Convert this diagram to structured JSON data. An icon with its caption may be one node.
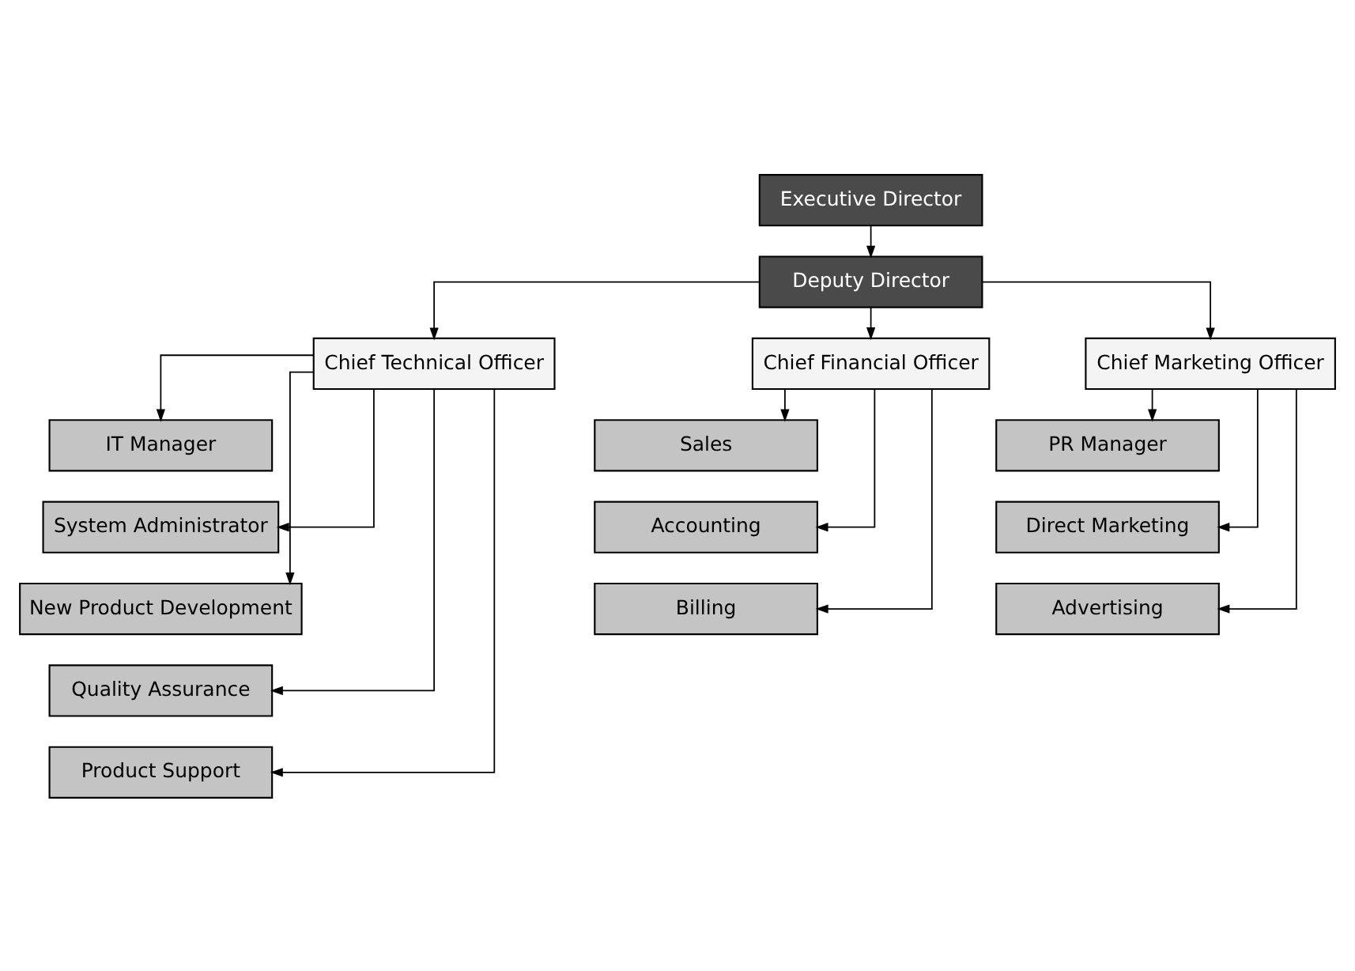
{
  "diagram": {
    "nodes": [
      {
        "text": [
          "Executive Director"
        ]
      },
      {
        "text": [
          "Deputy Director"
        ]
      },
      {
        "text": [
          "Chief Technical Officer"
        ]
      },
      {
        "text": [
          "Chief Financial Officer"
        ]
      },
      {
        "text": [
          "Chief Marketing Officer"
        ]
      },
      {
        "text": [
          "IT Manager"
        ]
      },
      {
        "text": [
          "System Administrator"
        ]
      },
      {
        "text": [
          "New Product Development"
        ]
      },
      {
        "text": [
          "Quality Assurance"
        ]
      },
      {
        "text": [
          "Product Support"
        ]
      },
      {
        "text": [
          "Sales"
        ]
      },
      {
        "text": [
          "Accounting"
        ]
      },
      {
        "text": [
          "Billing"
        ]
      },
      {
        "text": [
          "PR Manager"
        ]
      },
      {
        "text": [
          "Direct Marketing"
        ]
      },
      {
        "text": [
          "Advertising"
        ]
      }
    ],
    "edges": [
      {
        "from": 0,
        "to": 1,
        "arrow": "to"
      },
      {
        "from": 1,
        "to": 2,
        "arrow": "to"
      },
      {
        "from": 1,
        "to": 3,
        "arrow": "to"
      },
      {
        "from": 1,
        "to": 4,
        "arrow": "to"
      },
      {
        "from": 2,
        "to": 5,
        "arrow": "to"
      },
      {
        "from": 2,
        "to": 6,
        "arrow": "to"
      },
      {
        "from": 2,
        "to": 7,
        "arrow": "to"
      },
      {
        "from": 2,
        "to": 8,
        "arrow": "to"
      },
      {
        "from": 2,
        "to": 9,
        "arrow": "to"
      },
      {
        "from": 3,
        "to": 10,
        "arrow": "to"
      },
      {
        "from": 3,
        "to": 11,
        "arrow": "to"
      },
      {
        "from": 3,
        "to": 12,
        "arrow": "to"
      },
      {
        "from": 4,
        "to": 13,
        "arrow": "to"
      },
      {
        "from": 4,
        "to": 14,
        "arrow": "to"
      },
      {
        "from": 4,
        "to": 15,
        "arrow": "to"
      }
    ]
  }
}
